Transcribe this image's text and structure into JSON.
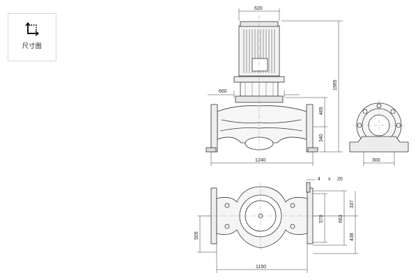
{
  "toolbar": {
    "dimensions_button": {
      "label": "尺寸图",
      "icon": "dimension-corner-icon"
    }
  },
  "drawing": {
    "front_view": {
      "width_top": "620",
      "width_mid": "660",
      "height_total": "1965",
      "height_upper": "465",
      "height_lower": "340",
      "width_bottom": "1240"
    },
    "side_view": {
      "width_base": "300"
    },
    "plan_view": {
      "bolt_label_a": "4",
      "bolt_label_x": "x",
      "bolt_label_b": "20",
      "dim_570": "570",
      "dim_663": "663",
      "dim_337": "337",
      "dim_438": "438",
      "dim_505": "505",
      "dim_1150": "1150"
    }
  }
}
